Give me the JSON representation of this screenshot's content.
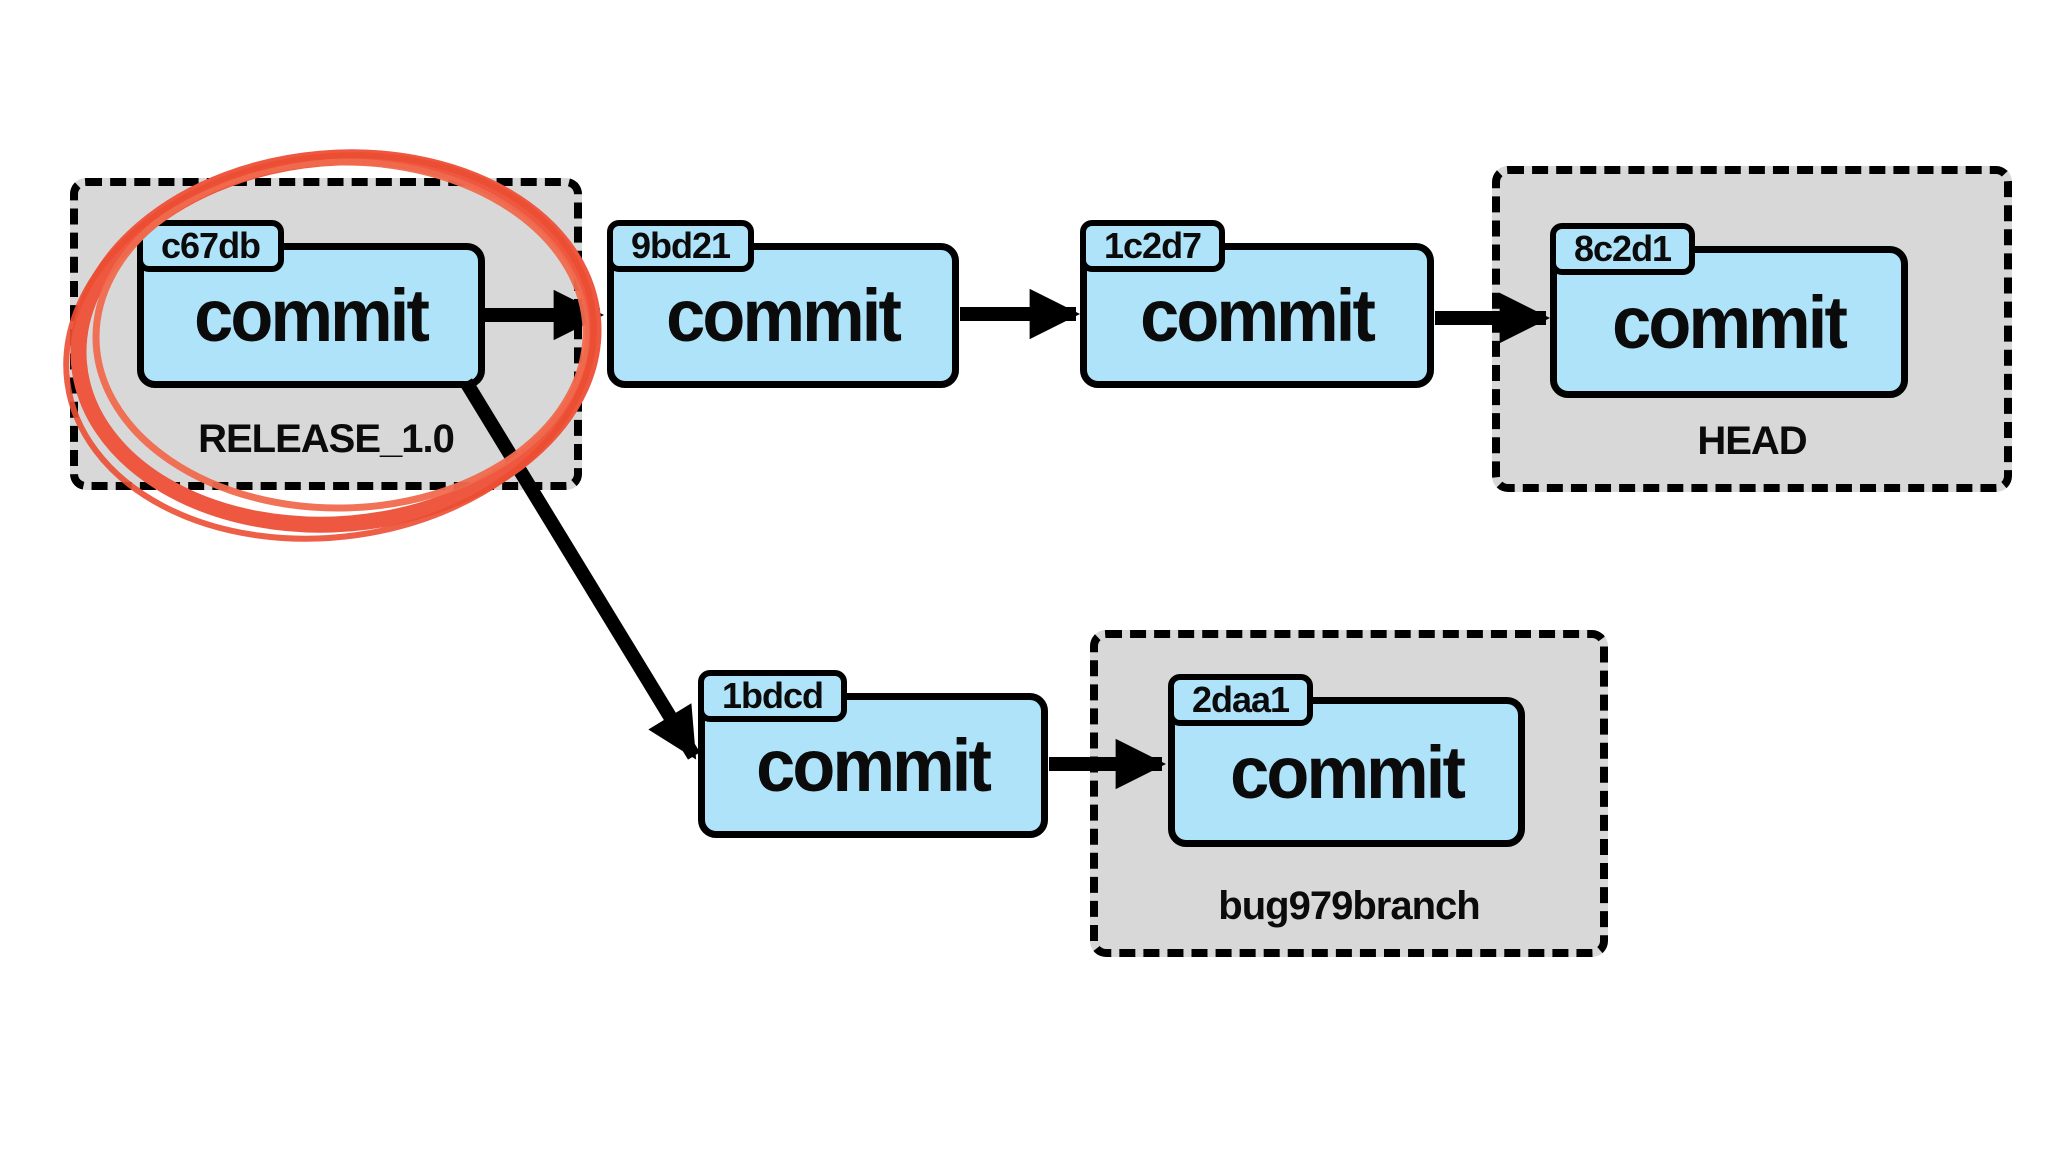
{
  "diagram": {
    "type": "git-commit-graph",
    "background": "#ffffff",
    "colors": {
      "node_fill": "#aee3f9",
      "node_border": "#000000",
      "container_fill": "#d8d8d8",
      "container_border": "#000000",
      "arrow": "#000000",
      "annotation_red": "#ee5740"
    },
    "commits": [
      {
        "hash": "c67db",
        "label": "commit"
      },
      {
        "hash": "9bd21",
        "label": "commit"
      },
      {
        "hash": "1c2d7",
        "label": "commit"
      },
      {
        "hash": "8c2d1",
        "label": "commit"
      },
      {
        "hash": "1bdcd",
        "label": "commit"
      },
      {
        "hash": "2daa1",
        "label": "commit"
      }
    ],
    "containers": [
      {
        "label": "RELEASE_1.0",
        "contains": "c67db"
      },
      {
        "label": "HEAD",
        "contains": "8c2d1"
      },
      {
        "label": "bug979branch",
        "contains": "2daa1"
      }
    ],
    "edges": [
      {
        "from": "c67db",
        "to": "9bd21"
      },
      {
        "from": "9bd21",
        "to": "1c2d7"
      },
      {
        "from": "1c2d7",
        "to": "8c2d1"
      },
      {
        "from": "c67db",
        "to": "1bdcd"
      },
      {
        "from": "1bdcd",
        "to": "2daa1"
      }
    ],
    "annotation": {
      "type": "hand-drawn-circle",
      "around": "RELEASE_1.0 tagged commit c67db",
      "color": "#ee5740"
    }
  }
}
